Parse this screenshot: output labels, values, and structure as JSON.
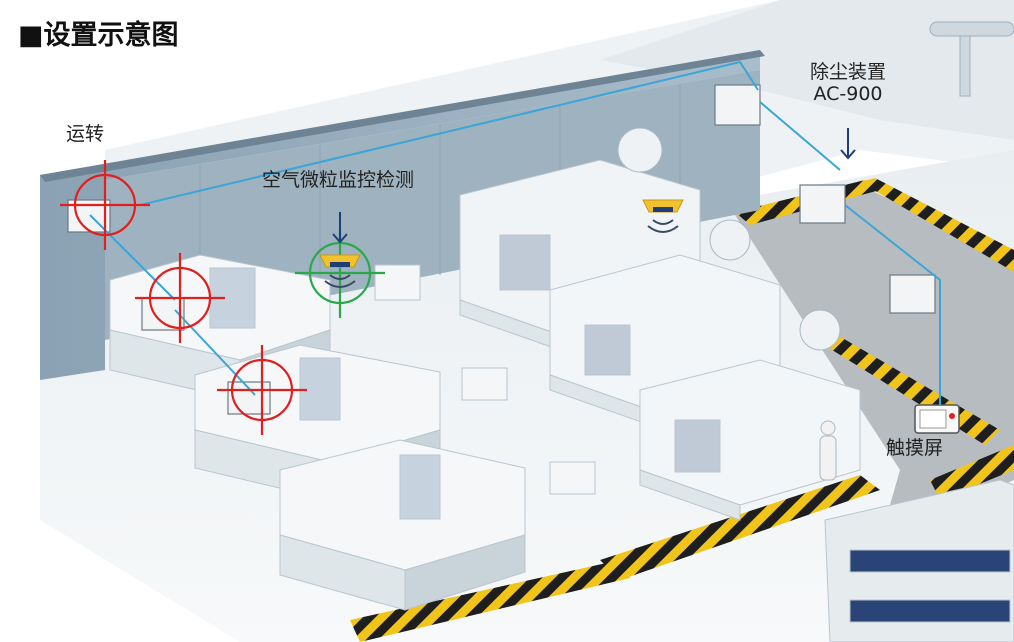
{
  "title": "■设置示意图",
  "labels": {
    "running": "运转",
    "air_monitor": "空气微粒监控检测",
    "dust_collector_name": "除尘装置",
    "dust_collector_model": "AC-900",
    "touch_screen": "触摸屏"
  },
  "colors": {
    "highlight_red": "#e0201f",
    "highlight_green": "#2aa84a",
    "sensor_yellow": "#f2c12e",
    "cable_blue": "#3aa6d6",
    "hazard_yellow": "#f0c419"
  }
}
